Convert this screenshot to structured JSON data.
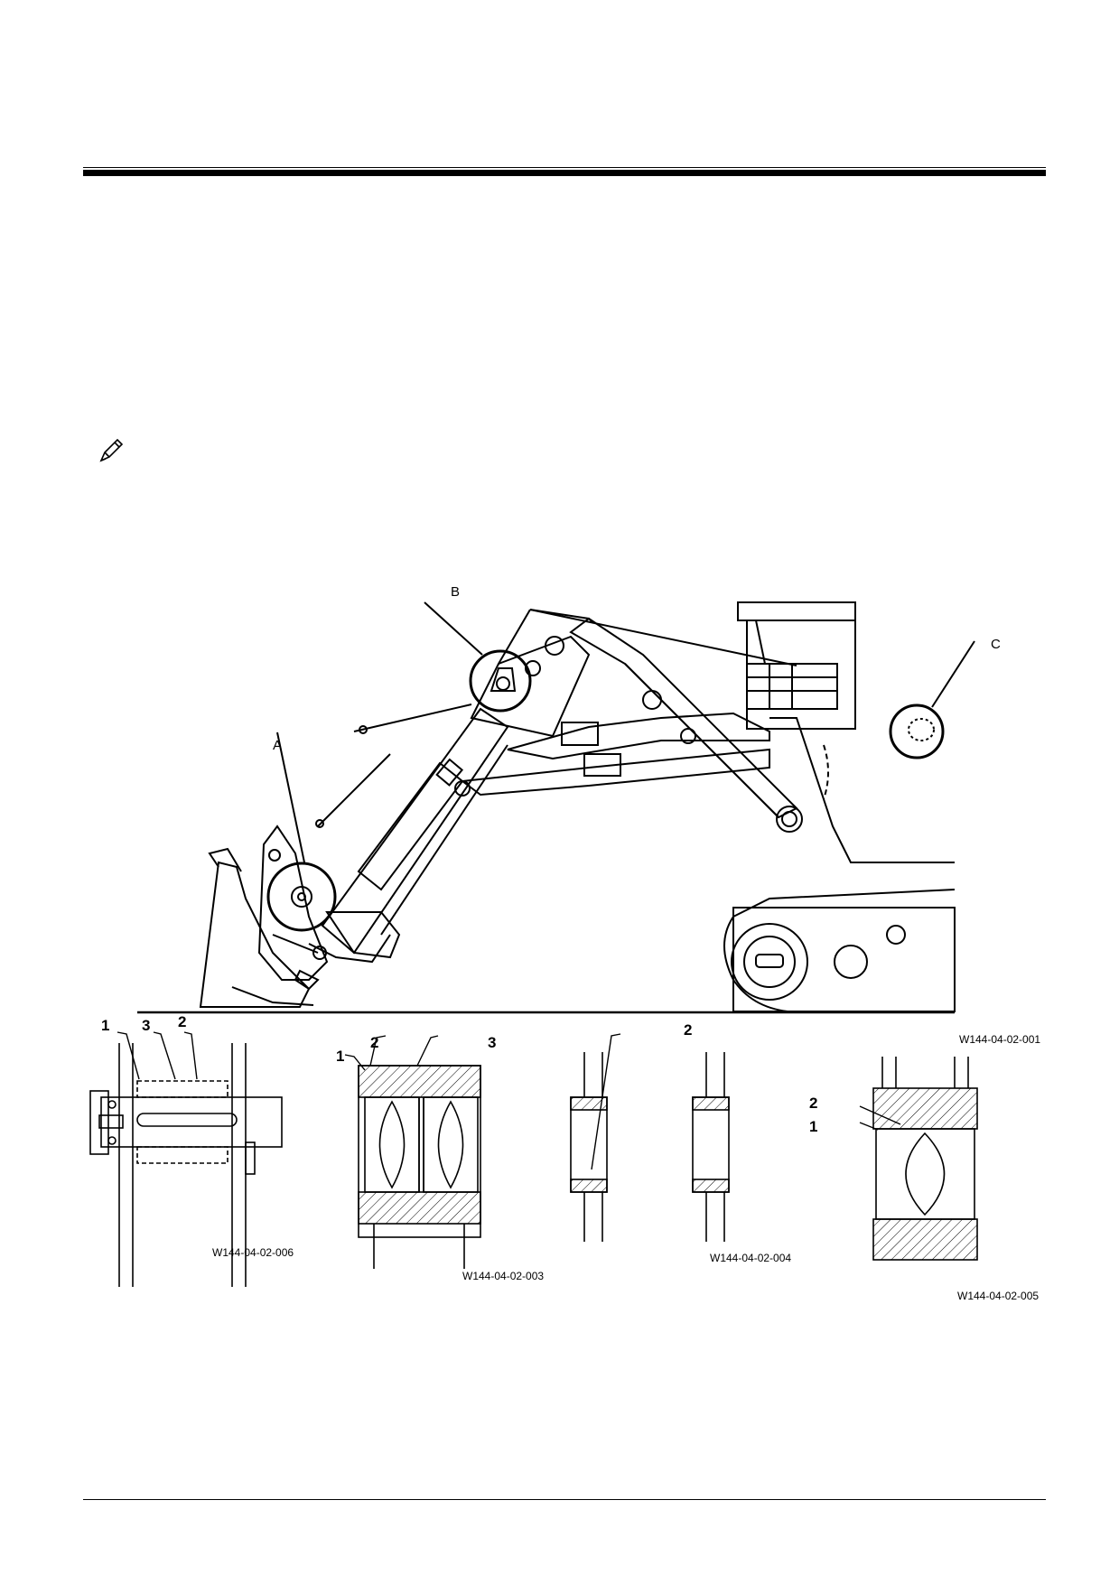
{
  "figure": {
    "callouts": {
      "a": "A",
      "b": "B",
      "c": "C"
    },
    "figure_codes": {
      "main": "W144-04-02-001",
      "detail_a": "W144-04-02-006",
      "detail_b": "W144-04-02-003",
      "detail_c1": "W144-04-02-004",
      "detail_c2": "W144-04-02-005"
    },
    "part_numbers": {
      "detail_a": [
        "1",
        "3",
        "2"
      ],
      "detail_b": [
        "2",
        "3",
        "1"
      ],
      "detail_c1": [
        "2"
      ],
      "detail_c2": [
        "2",
        "1"
      ]
    }
  },
  "icons": {
    "note": "pencil-note-icon"
  }
}
